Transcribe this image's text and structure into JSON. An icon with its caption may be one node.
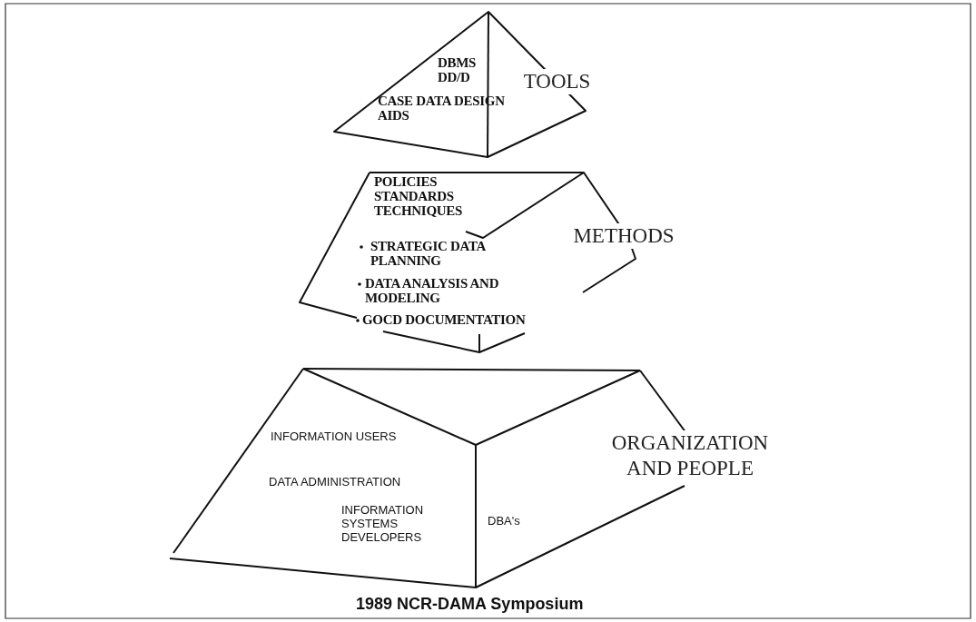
{
  "diagram": {
    "caption": "1989 NCR-DAMA Symposium",
    "nodes": [
      {
        "text": [
          "TOOLS",
          "DBMS DD/D",
          "CASE DATA DESIGN AIDS"
        ]
      },
      {
        "text": [
          "METHODS",
          "POLICIES STANDARDS TECHNIQUES",
          "STRATEGIC DATA PLANNING",
          "DATA ANALYSIS AND MODELING",
          "GOCD DOCUMENTATION"
        ]
      },
      {
        "text": [
          "ORGANIZATION AND PEOPLE",
          "INFORMATION USERS",
          "DATA ADMINISTRATION",
          "INFORMATION SYSTEMS DEVELOPERS",
          "DBA's"
        ]
      }
    ]
  }
}
